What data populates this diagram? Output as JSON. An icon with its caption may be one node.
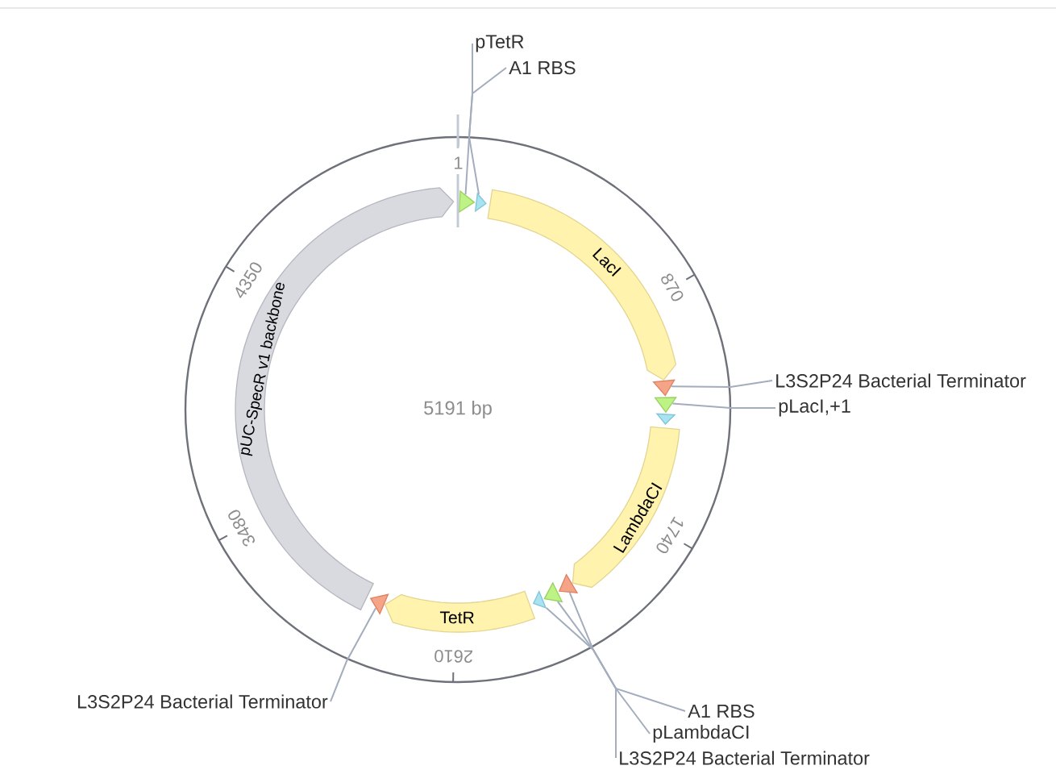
{
  "diagram": {
    "nodes": [
      {
        "text": [
          "5191 bp"
        ]
      },
      {
        "text": [],
        "shape": "triangle",
        "in": 0
      },
      {
        "text": [],
        "shape": "triangle",
        "in": 0
      },
      {
        "text": [
          "LacI"
        ],
        "in": 0
      },
      {
        "text": [],
        "shape": "triangle",
        "in": 0
      },
      {
        "text": [],
        "shape": "triangle",
        "in": 0
      },
      {
        "text": [],
        "shape": "triangle",
        "in": 0
      },
      {
        "text": [
          "LambdaCI"
        ],
        "in": 0
      },
      {
        "text": [],
        "shape": "triangle",
        "in": 0
      },
      {
        "text": [],
        "shape": "triangle",
        "in": 0
      },
      {
        "text": [],
        "shape": "triangle",
        "in": 0
      },
      {
        "text": [
          "TetR"
        ],
        "in": 0
      },
      {
        "text": [],
        "shape": "triangle",
        "in": 0
      },
      {
        "text": [
          "pUC-SpecR v1 backbone"
        ],
        "in": 0
      },
      {
        "text": [
          "pTetR"
        ]
      },
      {
        "text": [
          "A1 RBS"
        ]
      },
      {
        "text": [
          "L3S2P24 Bacterial Terminator"
        ]
      },
      {
        "text": [
          "pLacI,+1"
        ]
      },
      {
        "text": [
          "A1 RBS"
        ]
      },
      {
        "text": [
          "pLambdaCI"
        ]
      },
      {
        "text": [
          "L3S2P24 Bacterial Terminator"
        ]
      },
      {
        "text": [
          "L3S2P24 Bacterial Terminator"
        ]
      }
    ],
    "edges": [
      {
        "from": 14,
        "to": 1,
        "arrow": "none"
      },
      {
        "from": 15,
        "to": 2,
        "arrow": "none"
      },
      {
        "from": 16,
        "to": 4,
        "arrow": "none"
      },
      {
        "from": 17,
        "to": 5,
        "arrow": "none"
      },
      {
        "from": 18,
        "to": 10,
        "arrow": "none"
      },
      {
        "from": 19,
        "to": 9,
        "arrow": "none"
      },
      {
        "from": 20,
        "to": 8,
        "arrow": "none"
      },
      {
        "from": 21,
        "to": 12,
        "arrow": "none"
      }
    ],
    "labels": [
      "1",
      "870",
      "1740",
      "2610",
      "3480",
      "4350"
    ]
  }
}
